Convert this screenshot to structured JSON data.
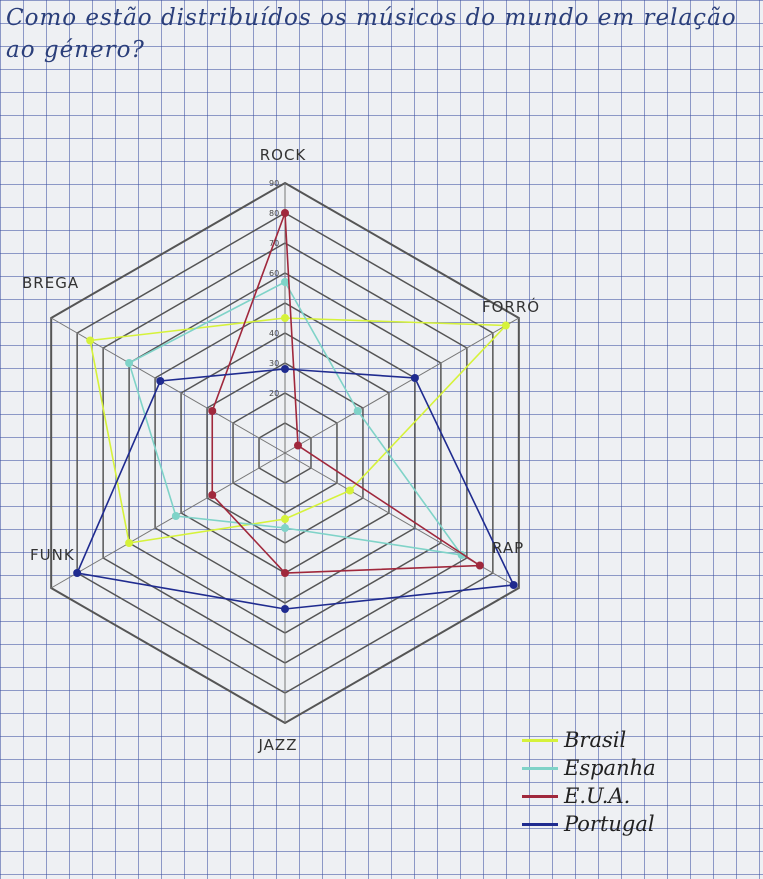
{
  "question": "Como estão distribuídos os músicos do mundo em relação ao género?",
  "chart_data": {
    "type": "radar",
    "axes": [
      "ROCK",
      "FORRÓ",
      "RAP",
      "JAZZ",
      "FUNK",
      "BREGA"
    ],
    "ticks": [
      10,
      20,
      30,
      40,
      50,
      60,
      70,
      80,
      90
    ],
    "tick_labels": [
      "20",
      "30",
      "40",
      "60",
      "70",
      "80",
      "90"
    ],
    "max": 90,
    "series": [
      {
        "name": "Brasil",
        "color": "#d6f23a",
        "values": [
          45,
          85,
          25,
          22,
          60,
          75
        ]
      },
      {
        "name": "Espanha",
        "color": "#7fd3c8",
        "values": [
          57,
          28,
          68,
          25,
          42,
          60
        ]
      },
      {
        "name": "E.U.A.",
        "color": "#a0283c",
        "values": [
          80,
          5,
          75,
          40,
          28,
          28
        ]
      },
      {
        "name": "Portugal",
        "color": "#1f2b8f",
        "values": [
          28,
          50,
          88,
          52,
          80,
          48
        ]
      }
    ]
  }
}
